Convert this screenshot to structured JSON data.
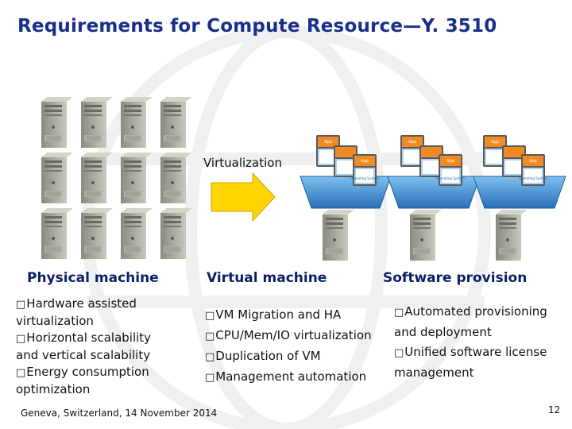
{
  "slide": {
    "title": "Requirements for Compute Resource—Y. 3510",
    "virtualization_label": "Virtualization",
    "vm_app_label": "App",
    "vm_os_label": "Operating System",
    "columns": [
      {
        "heading": "Physical machine",
        "bullets": [
          "Hardware assisted",
          "virtualization",
          "Horizontal scalability",
          "and vertical scalability",
          "Energy consumption",
          "optimization"
        ]
      },
      {
        "heading": "Virtual machine",
        "bullets": [
          "VM Migration and HA",
          "CPU/Mem/IO virtualization",
          "Duplication of VM",
          "Management automation"
        ]
      },
      {
        "heading": "Software provision",
        "bullets": [
          "Automated provisioning",
          "and deployment",
          "Unified software license",
          "management"
        ]
      }
    ],
    "bullet_glyph": "□",
    "footer": "Geneva, Switzerland, 14 November 2014",
    "page_number": "12",
    "colors": {
      "title": "#1a2f8a",
      "heading": "#0d1f66",
      "arrow": "#ffd400",
      "platform": "#3b8ed6",
      "vm_orange": "#f08a24"
    }
  }
}
